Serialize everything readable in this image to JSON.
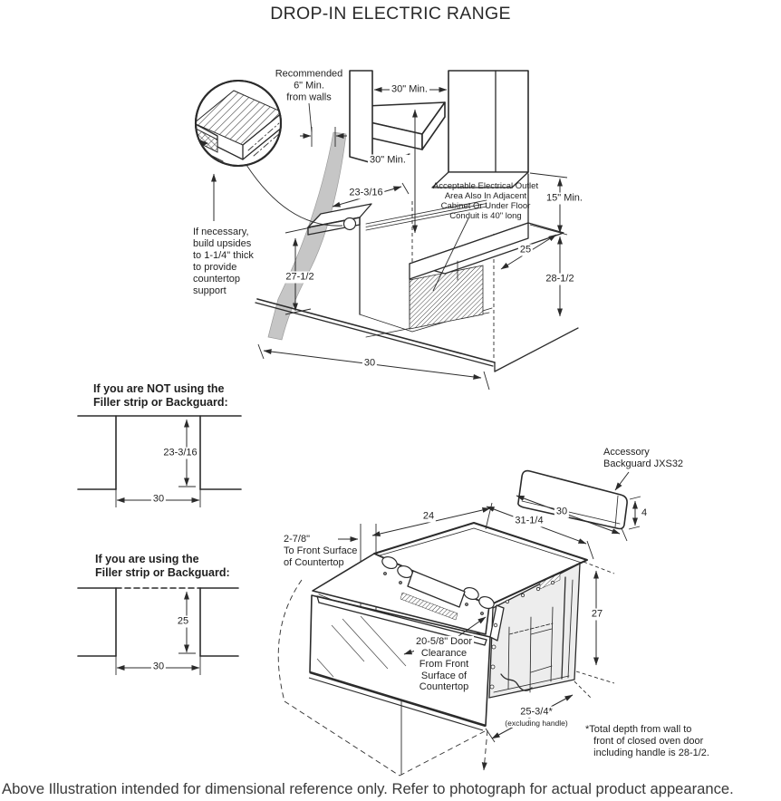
{
  "title": "DROP-IN ELECTRIC RANGE",
  "caption": "Above Illustration intended for dimensional reference only. Refer to photograph for actual product appearance.",
  "upper": {
    "recommended_note": "Recommended\n6\" Min.\nfrom walls",
    "dim_width_between_cabinets": "30\" Min.",
    "dim_hood_to_countertop": "30\" Min.",
    "dim_counter_depth": "23-3/16",
    "outlet_note": "Acceptable Electrical Outlet\nArea Also In Adjacent\nCabinet Or Under Floor\nConduit is 40\" long",
    "dim_cabinet_to_counter": "15\" Min.",
    "dim_right_counter_depth": "25",
    "dim_floor_to_counter_right": "28-1/2",
    "dim_floor_to_counter_left": "27-1/2",
    "dim_cutout_width": "30",
    "support_note": "If necessary,\nbuild upsides\nto 1-1/4\" thick\nto provide\ncountertop\nsupport"
  },
  "cutout_no_filler": {
    "heading": "If you are NOT using the\nFiller strip or Backguard:",
    "dim_depth": "23-3/16",
    "dim_width": "30"
  },
  "cutout_with_filler": {
    "heading": "If you are using the\nFiller strip or Backguard:",
    "dim_depth": "25",
    "dim_width": "30"
  },
  "range": {
    "accessory_label": "Accessory\nBackguard JXS32",
    "dim_backguard_width": "30",
    "dim_backguard_height": "4",
    "dim_overall_width": "31-1/4",
    "dim_cooktop_depth": "24",
    "front_surface_note": "2-7/8\"\nTo Front Surface\nof Countertop",
    "door_clearance_note": "20-5/8\" Door\nClearance\nFrom Front\nSurface of\nCountertop",
    "dim_height": "27",
    "dim_depth": "25-3/4*",
    "dim_depth_sub": "(excluding handle)",
    "footnote": "*Total depth from wall to\n   front of closed oven door\n   including handle is 28-1/2."
  },
  "colors": {
    "line": "#2b2b2b",
    "wall_band": "#c6c6c6",
    "side_panel": "#ededed"
  }
}
